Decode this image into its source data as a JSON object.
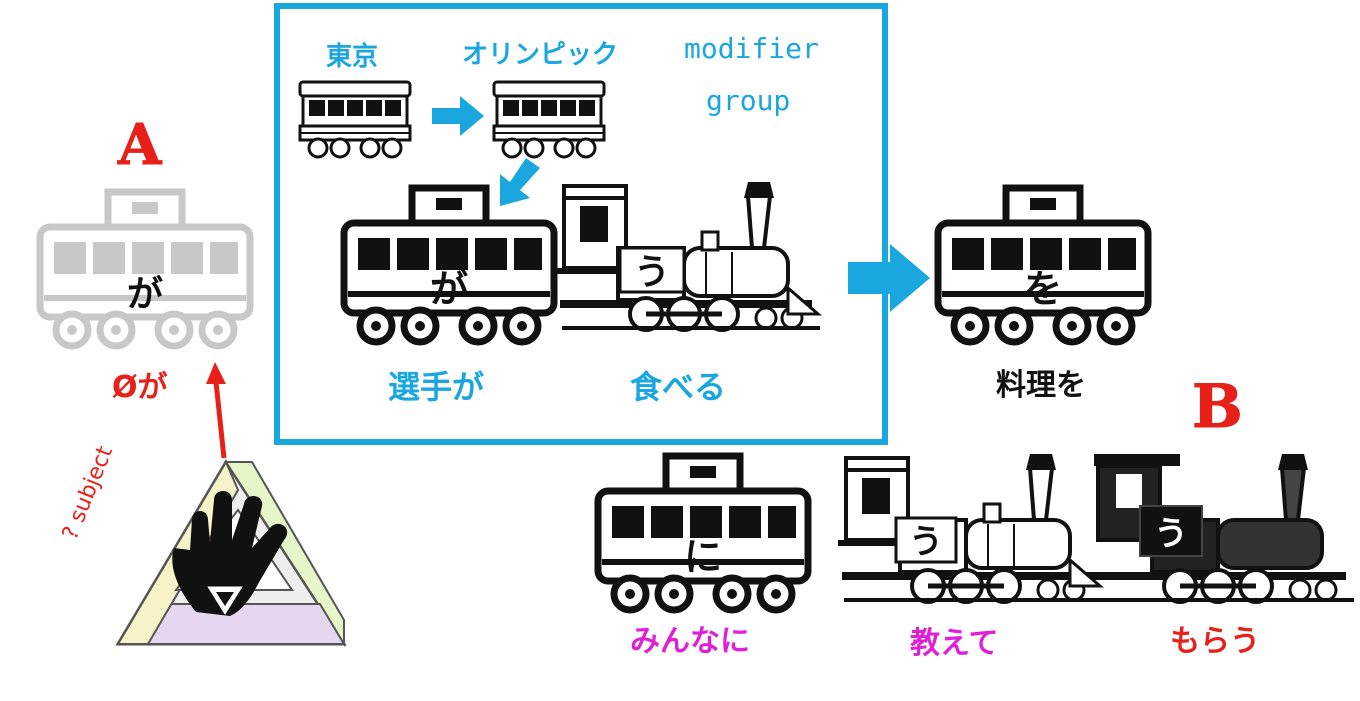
{
  "colors": {
    "blue": "#1aa7e0",
    "red": "#e8201a",
    "magenta": "#e020d8",
    "black": "#111111",
    "grey": "#c8c8c8"
  },
  "diagram": {
    "label_a": "A",
    "label_b": "B",
    "subject_label": "? subject",
    "ghost_car": {
      "char": "が",
      "label": "Øが"
    },
    "modifier_group": {
      "small_car_1_label": "東京",
      "small_car_2_label": "オリンピック",
      "note_line1": "modifier",
      "note_line2": "group"
    },
    "main_car": {
      "char": "が",
      "label": "選手が"
    },
    "main_engine": {
      "char": "う",
      "label": "食べる"
    },
    "object_car": {
      "char": "を",
      "label": "料理を"
    },
    "lower_car": {
      "char": "に",
      "label": "みんなに"
    },
    "lower_engine_1": {
      "char": "う",
      "label": "教えて"
    },
    "lower_engine_2": {
      "char": "う",
      "label": "もらう"
    }
  }
}
